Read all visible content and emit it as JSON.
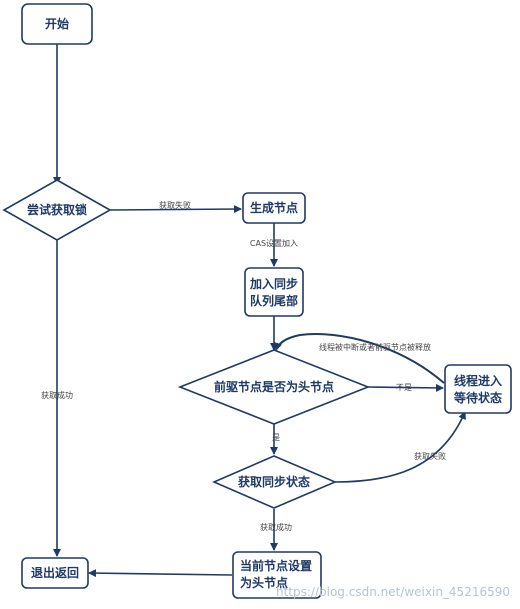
{
  "colors": {
    "node_stroke": "#1f3a66",
    "node_fill": "#ffffff",
    "arrow": "#1f3a66",
    "text": "#1f3a66",
    "edge_label": "#444444",
    "watermark": "#b8c4d4"
  },
  "nodes": {
    "start": "开始",
    "try_acquire": "尝试获取锁",
    "create_node": "生成节点",
    "enqueue_line1": "加入同步",
    "enqueue_line2": "队列尾部",
    "is_head": "前驱节点是否为头节点",
    "acquire_state": "获取同步状态",
    "wait_line1": "线程进入",
    "wait_line2": "等待状态",
    "set_head_line1": "当前节点设置",
    "set_head_line2": "为头节点",
    "exit": "退出返回"
  },
  "edges": {
    "acquire_fail": "获取失败",
    "cas_enqueue": "CAS设置加入",
    "acquire_success": "获取成功",
    "interrupted_or_released": "线程被中断或者前驱节点被释放",
    "no": "不是",
    "yes": "是",
    "state_fail": "获取失败",
    "state_success": "获取成功"
  },
  "watermark": "https://blog.csdn.net/weixin_45216590"
}
